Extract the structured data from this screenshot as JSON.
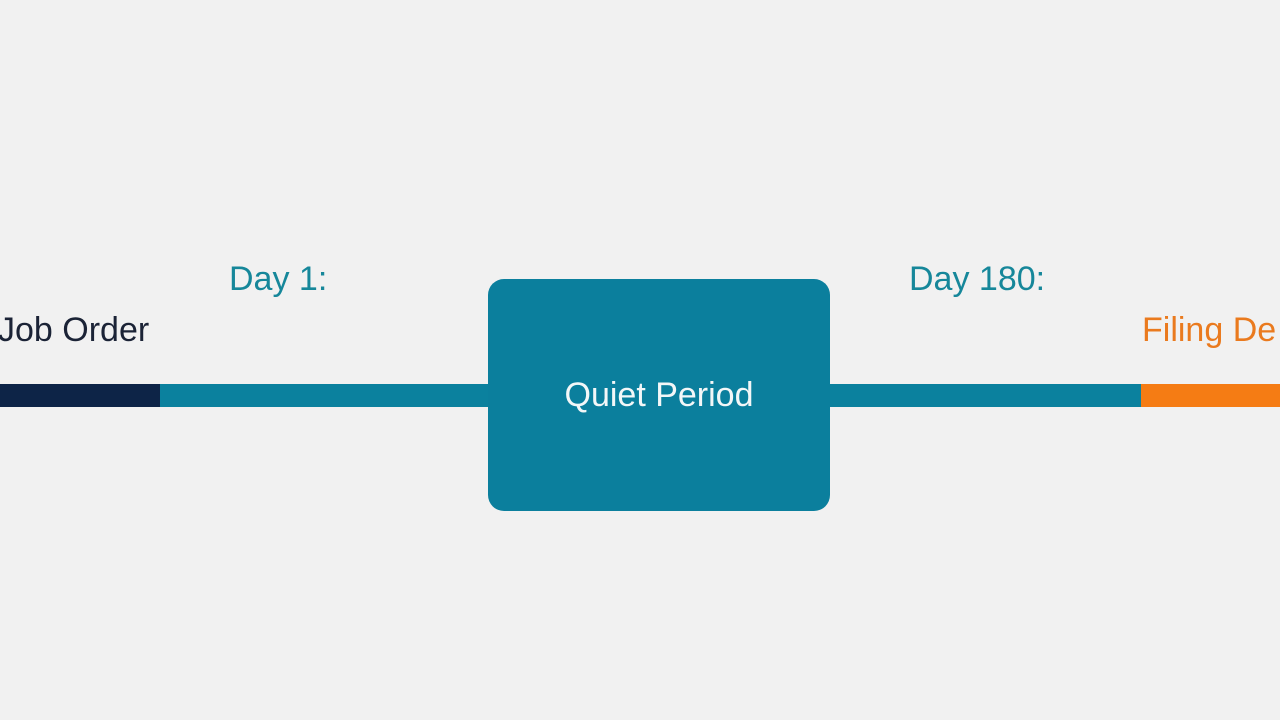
{
  "timeline": {
    "start_label": "Job Order",
    "day1_label": "Day 1:",
    "center_label": "Quiet Period",
    "day180_label": "Day 180:",
    "end_label": "Filing De"
  },
  "colors": {
    "background": "#f1f1f1",
    "navy": "#0d2447",
    "teal": "#0b819e",
    "orange": "#f57c14"
  }
}
